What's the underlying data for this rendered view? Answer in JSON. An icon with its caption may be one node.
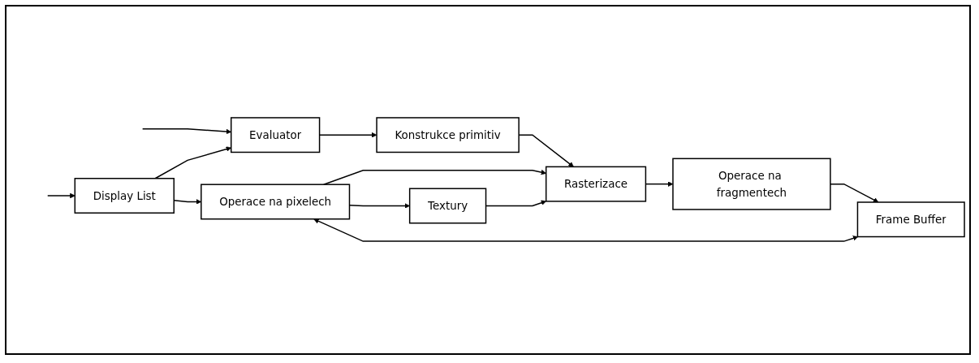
{
  "diagram": {
    "nodes": [
      {
        "text": [
          "Display List"
        ]
      },
      {
        "text": [
          "Evaluator"
        ]
      },
      {
        "text": [
          "Konstrukce primitiv"
        ]
      },
      {
        "text": [
          "Rasterizace"
        ]
      },
      {
        "text": [
          "Operace na fragmentech"
        ]
      },
      {
        "text": [
          "Frame Buffer"
        ]
      },
      {
        "text": [
          "Operace na pixelech"
        ]
      },
      {
        "text": [
          "Textury"
        ]
      }
    ],
    "edges": [
      {
        "from": null,
        "to": 0,
        "arrow": "to"
      },
      {
        "from": null,
        "to": 1,
        "arrow": "to"
      },
      {
        "from": 0,
        "to": 1,
        "arrow": "to"
      },
      {
        "from": 0,
        "to": 6,
        "arrow": "to"
      },
      {
        "from": 1,
        "to": 2,
        "arrow": "to"
      },
      {
        "from": 2,
        "to": 3,
        "arrow": "to"
      },
      {
        "from": 3,
        "to": 4,
        "arrow": "to"
      },
      {
        "from": 4,
        "to": 5,
        "arrow": "to"
      },
      {
        "from": 6,
        "to": 3,
        "arrow": "to"
      },
      {
        "from": 6,
        "to": 7,
        "arrow": "to"
      },
      {
        "from": 7,
        "to": 3,
        "arrow": "to"
      },
      {
        "from": 6,
        "to": 5,
        "arrow": "both"
      }
    ]
  }
}
